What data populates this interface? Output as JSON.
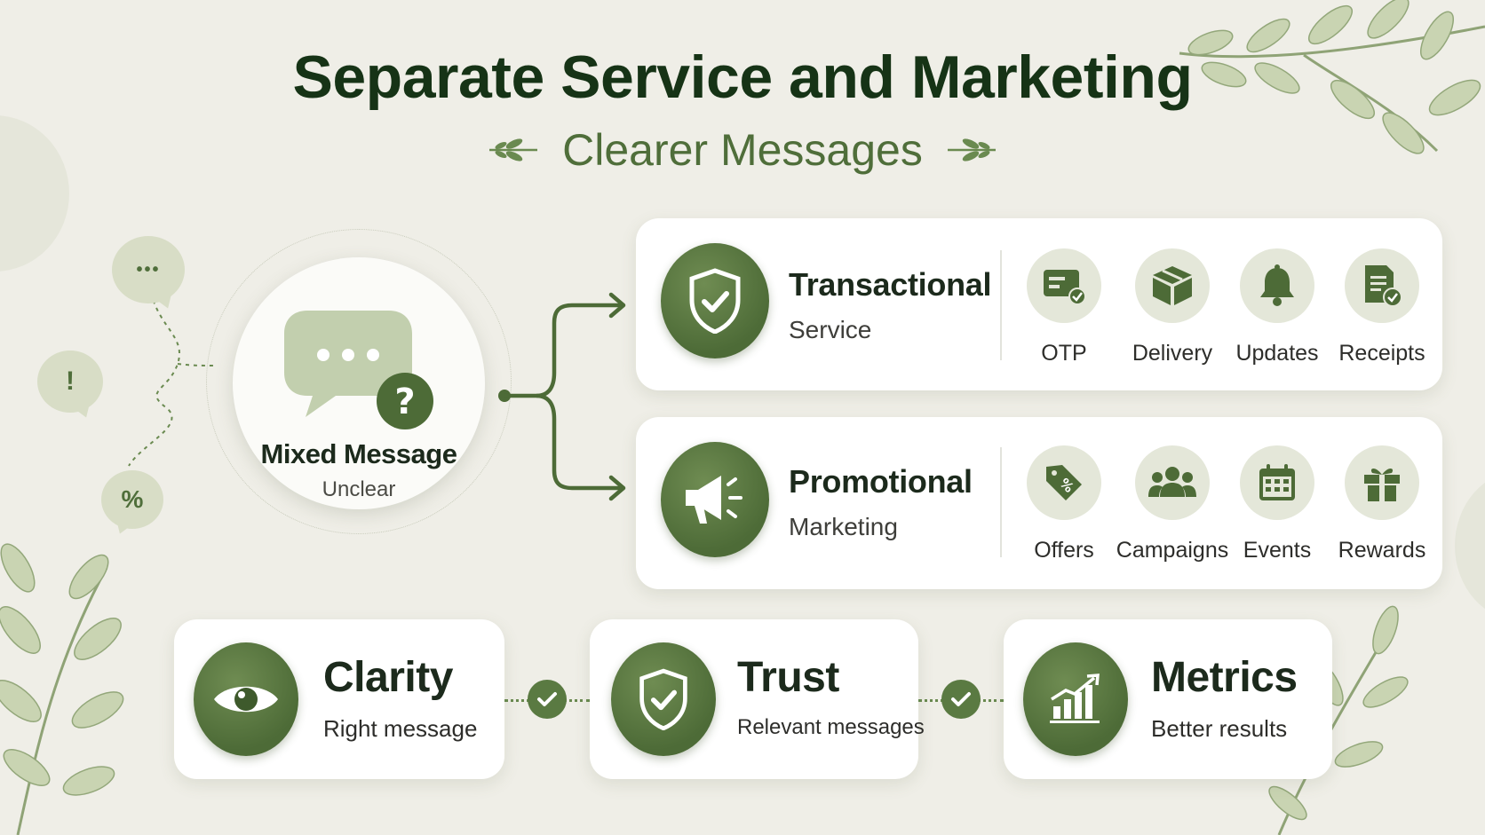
{
  "header": {
    "title": "Separate Service and Marketing",
    "subtitle": "Clearer Messages"
  },
  "side_bubbles": {
    "top_symbol": "•••",
    "middle_symbol": "!",
    "bottom_symbol": "%"
  },
  "mixed": {
    "title": "Mixed Message",
    "subtitle": "Unclear"
  },
  "categories": [
    {
      "title": "Transactional",
      "subtitle": "Service",
      "icon": "shield-check-icon",
      "items": [
        {
          "label": "OTP",
          "icon": "otp-card-icon"
        },
        {
          "label": "Delivery",
          "icon": "package-icon"
        },
        {
          "label": "Updates",
          "icon": "bell-icon"
        },
        {
          "label": "Receipts",
          "icon": "receipt-icon"
        }
      ]
    },
    {
      "title": "Promotional",
      "subtitle": "Marketing",
      "icon": "megaphone-icon",
      "items": [
        {
          "label": "Offers",
          "icon": "tag-percent-icon"
        },
        {
          "label": "Campaigns",
          "icon": "people-icon"
        },
        {
          "label": "Events",
          "icon": "calendar-icon"
        },
        {
          "label": "Rewards",
          "icon": "gift-icon"
        }
      ]
    }
  ],
  "benefits": [
    {
      "title": "Clarity",
      "subtitle": "Right message",
      "icon": "eye-icon"
    },
    {
      "title": "Trust",
      "subtitle": "Relevant messages",
      "icon": "shield-check-icon"
    },
    {
      "title": "Metrics",
      "subtitle": "Better results",
      "icon": "growth-chart-icon"
    }
  ],
  "colors": {
    "background": "#efeee7",
    "primary_green": "#4d6b37",
    "dark_text": "#163316",
    "accent_text": "#4f6e3a",
    "icon_bg": "#e4e7d9"
  }
}
